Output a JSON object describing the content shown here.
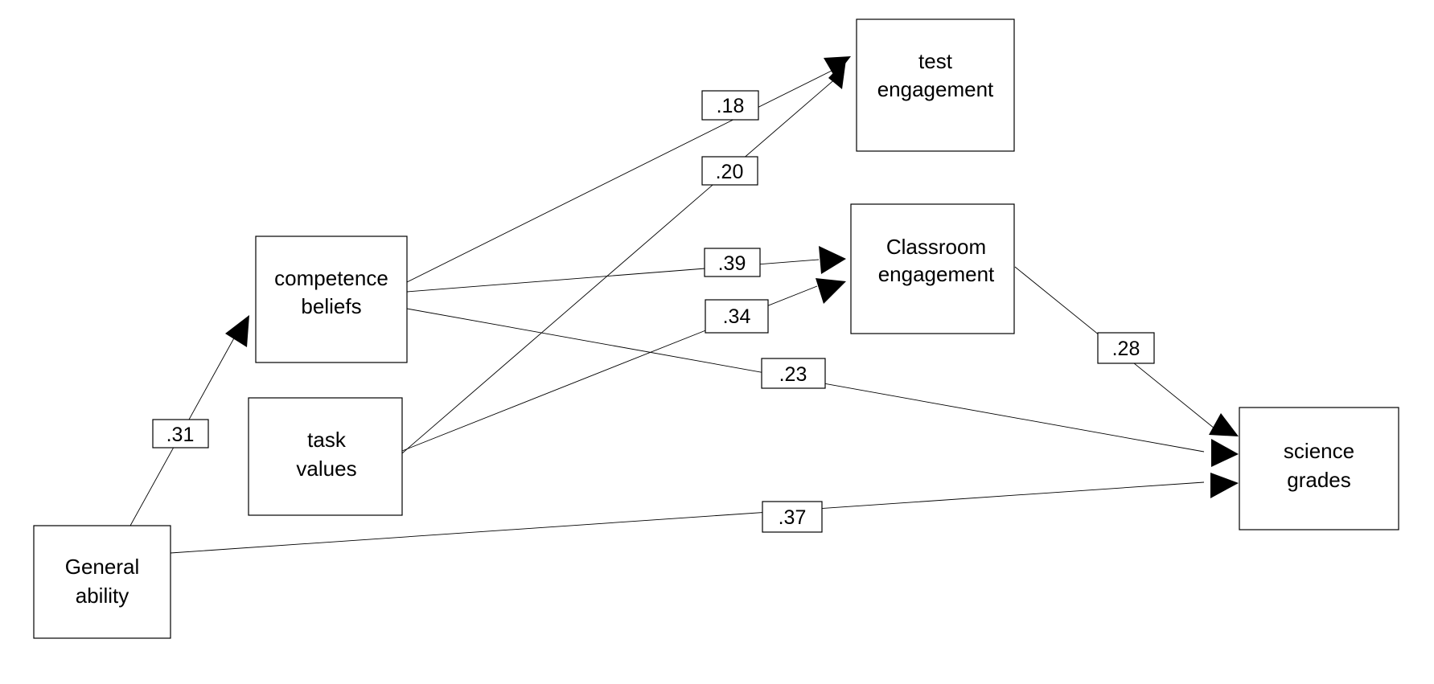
{
  "nodes": {
    "general_ability": {
      "line1": "General",
      "line2": "ability"
    },
    "competence_beliefs": {
      "line1": "competence",
      "line2": "beliefs"
    },
    "task_values": {
      "line1": "task",
      "line2": "values"
    },
    "test_engagement": {
      "line1": "test",
      "line2": "engagement"
    },
    "classroom_engagement": {
      "line1": "Classroom",
      "line2": "engagement"
    },
    "science_grades": {
      "line1": "science",
      "line2": "grades"
    }
  },
  "paths": [
    {
      "from": "general_ability",
      "to": "competence_beliefs",
      "coefficient": ".31"
    },
    {
      "from": "competence_beliefs",
      "to": "test_engagement",
      "coefficient": ".18"
    },
    {
      "from": "task_values",
      "to": "test_engagement",
      "coefficient": ".20"
    },
    {
      "from": "competence_beliefs",
      "to": "classroom_engagement",
      "coefficient": ".39"
    },
    {
      "from": "task_values",
      "to": "classroom_engagement",
      "coefficient": ".34"
    },
    {
      "from": "competence_beliefs",
      "to": "science_grades",
      "coefficient": ".23"
    },
    {
      "from": "classroom_engagement",
      "to": "science_grades",
      "coefficient": ".28"
    },
    {
      "from": "general_ability",
      "to": "science_grades",
      "coefficient": ".37"
    }
  ]
}
